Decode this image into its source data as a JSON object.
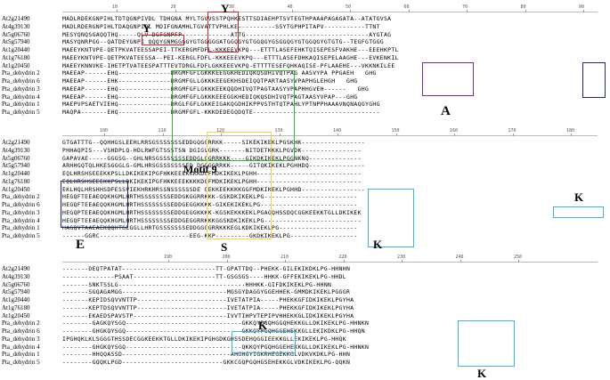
{
  "blocks": [
    {
      "ruler": [
        "10",
        "20",
        "30",
        "40",
        "50",
        "60",
        "70",
        "80",
        "90"
      ],
      "rows": [
        {
          "name": "At2g21490",
          "seq": "MADLRDEKGNPIHLTDTQGNPIVDL TDHGNA MYLTGVVSSTPQHKESTTSDIAEHPTSVTEGTHPAAAPAGAGATA--ATATGVSA"
        },
        {
          "name": "At4g39130",
          "seq": "MADLRDERGNPIHLTDAQGNPIQL MDIFGNAMHLTGVATTVPHLKE----------SSYTGPHPITAPV-----------TTNT"
        },
        {
          "name": "At5g06760",
          "seq": "MESYQNQSGAQQTHQ-----QLV DGFGNPFP-------------ATTG---------------------------------AYGTAG"
        },
        {
          "name": "At5g57940",
          "seq": "MASYQNRPGG--QATDEYGNPI QQQYGNMGGGGYGTGGGGGATGGQGYGTGGQGYGSGGQGYGTGGQGYGTGTG--TEGFGTGGG"
        },
        {
          "name": "At1g20440",
          "seq": "MAEEYKNTVPE-QETPKVATEESSAPEI-TTKERGMFDFL-KKKEEVKPQ---ETTTLASEFEHKTQISEPESFVAKHE---EEEHKPTL"
        },
        {
          "name": "At1g76180",
          "seq": "MAEEYKNTVPE-QETPKVATEESSA--PEI-KERGLFDFL-KKKEEEVKPQ---ETTTLASEFDHKAQISEPELAAGHE---EVKENKIL"
        },
        {
          "name": "At1g20450",
          "seq": "MAEEYKNNVKE-IHETPTVATEESPATTTEVTDRGLFDFLGKKEEEVKPQ-ETTTTESEFQHKAQISE-PFLAAEHE---VKKNKILEE"
        },
        {
          "name": "Pta_dehydrin 2",
          "seq": "MAEEAP------EHQ--------------DRGMFGFLGKKKEEGGKHEDIQKQSDHIVQTPAG AASVYPA PPGAEH   GHG"
        },
        {
          "name": "Pta_dehydrin 6",
          "seq": "MAEEAP------EHK--------------DRGMFGLLGKKKEEGEKHSDEIQQTPARTAASYVPAPHGLEHGH   GHG"
        },
        {
          "name": "Pta_dehydrin 3",
          "seq": "MAEEAP------EHQ--------------DRGMFGFLGKKKEEKQQDHIVQTPAGTAASYVPAPHHGVEH------   GHG"
        },
        {
          "name": "Pta_dehydrin 4",
          "seq": "MAEEAP------EHQ--------------DRGMFGFLGKKKEEEGGKHEDIQKQSDHIVQTPAGTAASYVPAP---GHG"
        },
        {
          "name": "Pta_dehydrin 1",
          "seq": "MAEPVPSAETVIEHQ--------------DRGLFGFLGKKEIGAKQGDHIKPPVSTHTQTPAHLYPTNPPHAAAVNQNAQGYGHG"
        },
        {
          "name": "Pta_dehydrin 5",
          "seq": "MAQPA-------EHQ--------------DRGMFGFL-KKKDEDEGQDQTE----------------------------------"
        }
      ]
    },
    {
      "ruler": [
        "100",
        "110",
        "120",
        "130",
        "140",
        "150",
        "160",
        "170",
        "180"
      ],
      "rows": [
        {
          "name": "At2g21490",
          "seq": "GTGATTTG--QQHHGSLEEHLRRSGSSSSSSSEDDGQGGRRKK-----SIKEKIKEKLPGSKHK-----------------"
        },
        {
          "name": "At4g39130",
          "seq": "PHHAQPIS---VSHDPLQ-HDLRWFGTSSSTSN DGIGVGRK-------NITDETKKKLPGVDK----------------"
        },
        {
          "name": "At5g06760",
          "seq": "GAPAVAE-----GGGSG--GHLNRSGSSSSSSSEDDGLGGRRKKK----GIKDKIKEKLPGGNKNQ--------------"
        },
        {
          "name": "At5g57940",
          "seq": "ARHHGQTQLHKESGGGLG-GMLHRSGSSSSSSSED DGQGGRRKK-----GITQKIKEKLPGHHDQ---------------"
        },
        {
          "name": "At1g20440",
          "seq": "EQLHRSHSEEEKKPSLLDKIKEKIPGFHKKEEEKKKKDGFMDKIKEKLPGHH----------------------------"
        },
        {
          "name": "At1g76180",
          "seq": "EQLHRSHSEEEKKPSLLDKIKEKIPGFHKKEEEKKKKDGFMDKIKEKLPGHH----------------------------"
        },
        {
          "name": "At1g20450",
          "seq": "EKLHQLHRSHHSDFESSVIEKHRKHRSSNSSSSSSDE GEKKEEKKKKGGFMDKIKEKLPGHHD-----------------"
        },
        {
          "name": "Pta_dehydrin 2",
          "seq": "HEGQFTEEAEQQKHGMLHRTHSSSSSSSSEDDGKGGRRKKK-GSKDKIKEKLPG-------------------------"
        },
        {
          "name": "Pta_dehydrin 6",
          "seq": "HEGQFTEEAEQQKHGMLHRTHSSSSSSSSEDDGEGGKKKK-GIKEKIKEKLPG--------------------------"
        },
        {
          "name": "Pta_dehydrin 3",
          "seq": "HEGQPTEEAEQQKHGMLHRTHSSSSSSSSEDDGEGGKKKK-KGSKEKKKEKLPGAGQHSSDQCGGKEEKKTGLLDKIKEK"
        },
        {
          "name": "Pta_dehydrin 4",
          "seq": "HEGQFTEEAEQQKHGMLHRTHSSSSSSSSEDDGEGGRRKKKGGSKDKIKEKLPG--------------------------"
        },
        {
          "name": "Pta_dehydrin 1",
          "seq": "HAGQVTAAEAEKQQHTGLGGLLHRTGSSSSSSSEDDGGGGRRKKKEGLKDKIKEKLPG---------------------"
        },
        {
          "name": "Pta_dehydrin 5",
          "seq": "------GGRC------------------------EEG-KKP---------GKDKIKEKLPG------------------"
        }
      ]
    },
    {
      "ruler": [
        "190",
        "200",
        "210",
        "220",
        "230",
        "240",
        "250"
      ],
      "rows": [
        {
          "name": "At2g21490",
          "seq": "-------DEQTPATAT-------------------------TT-GPATTDQ--PHEKK-GILEKIKDKLPG-HHNHN"
        },
        {
          "name": "At4g39130",
          "seq": "--------------PSAAT----------------------TT-GSGSGS----HHKK-GFFEKIKEKLPG-HHDL"
        },
        {
          "name": "At5g06760",
          "seq": "-------SNKTSSLG----------------------------------HHHKK-GIFDKIKEKLPG-HHNN"
        },
        {
          "name": "At5g57940",
          "seq": "-------SGQAGAMGG----------------------------MGSGYDAGGYGGEHHEK-GMMDKIKEKLPGGGR"
        },
        {
          "name": "At1g20440",
          "seq": "-------KEPIDSQVVNTTP------------------------IVETATPIA-----PHEKKGFIDKIKEKLPGYHA"
        },
        {
          "name": "At1g76180",
          "seq": "-------KEPTDSQVVNTTP------------------------IVETATPIA-----PHEKKGFIDKIKEKLPGYHA"
        },
        {
          "name": "At1g20450",
          "seq": "-------EKAEDSPAVSTP-------------------------IVVTIHPVTEPIPVHHEKKGLIDKIKEKLPGYHA"
        },
        {
          "name": "Pta_dehydrin 2",
          "seq": "--------GAGKQYSGQ-------------------------------GKKQYPGQHGGQHEKKGLLDKIKEKLPG-HHNKN"
        },
        {
          "name": "Pta_dehydrin 6",
          "seq": "--------GHGKQYSGQ-------------------------------GKKQYPGQHGGEHEKKGLLEKIKDKLPG-HHQN"
        },
        {
          "name": "Pta_dehydrin 3",
          "seq": "IPGHQKLKLSGGGTHSSDECGGKEEKKTGLLDKIKEKIPGHGDKGHSSDEHQGGIEEKKGLLEKIKEKLPG-HHQK"
        },
        {
          "name": "Pta_dehydrin 4",
          "seq": "--------GHGKQYSGQ-------------------------------QKKQYPGQHGGEHEKKGLLDKIKEKLPG-HHNKN"
        },
        {
          "name": "Pta_dehydrin 1",
          "seq": "--------HHQQASSD-----------------------------AHGHGYIGKRHEGEKKGLVDKVKDKLPG-HHN"
        },
        {
          "name": "Pta_dehydrin 5",
          "seq": "--------GQQKLPGD---------------------------GKKCGQPGQHGSEHEKKGLVDKIKEKLPG-QQKN"
        }
      ]
    }
  ],
  "annotations": {
    "Y_top": "Y",
    "Y_left": "Y",
    "motif9": "Motif 9",
    "A": "A",
    "E": "E",
    "S": "S",
    "K_block2_bottom": "K",
    "K_block2_right": "K",
    "K_block3_mid": "K",
    "K_block3_bottom": "K"
  },
  "colors": {
    "red": "#d81e28",
    "green": "#3cb43c",
    "purple": "#7a2a9a",
    "navy": "#1c2b6e",
    "yellow": "#ecd84a",
    "cyan": "#3fb4d8"
  }
}
